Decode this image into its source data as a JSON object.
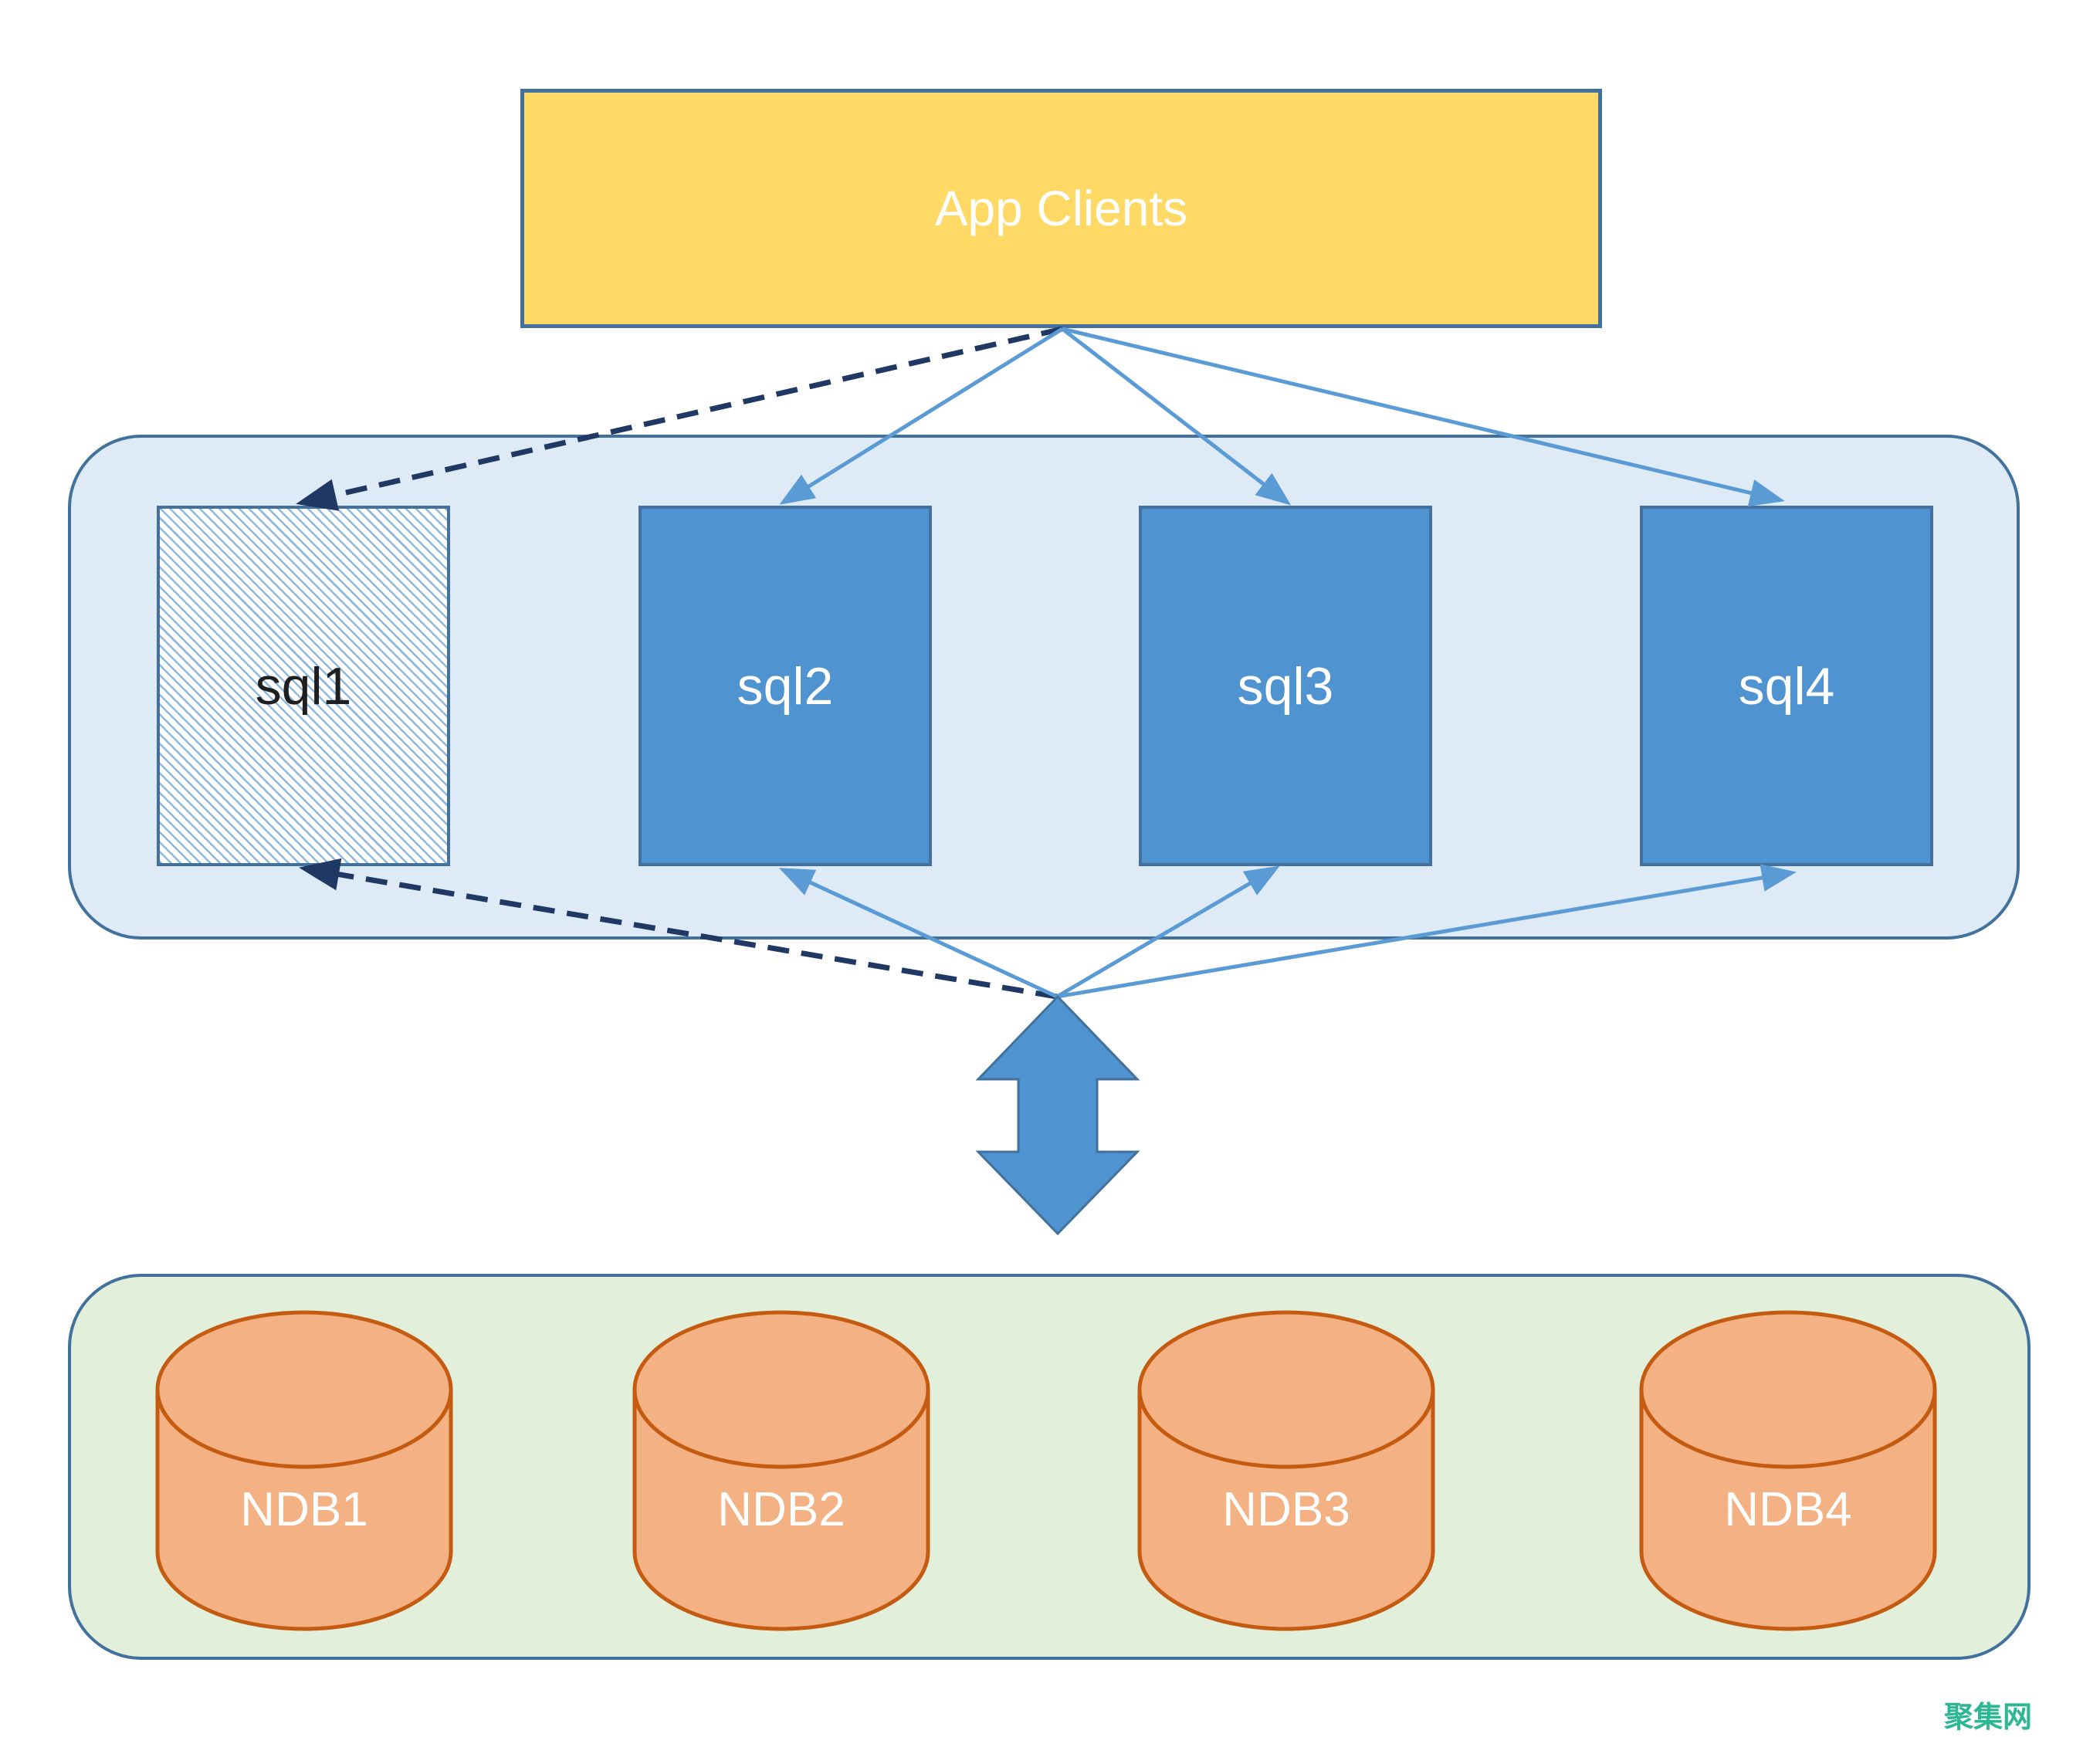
{
  "nodes": {
    "app_clients": {
      "label": "App Clients"
    },
    "sql": [
      {
        "label": "sql1",
        "style": "hatched"
      },
      {
        "label": "sql2",
        "style": "solid"
      },
      {
        "label": "sql3",
        "style": "solid"
      },
      {
        "label": "sql4",
        "style": "solid"
      }
    ],
    "ndb": [
      {
        "label": "NDB1"
      },
      {
        "label": "NDB2"
      },
      {
        "label": "NDB3"
      },
      {
        "label": "NDB4"
      }
    ]
  },
  "watermark": {
    "text": "聚集网"
  },
  "colors": {
    "yellow-fill": "#ffd966",
    "box-border": "#41719c",
    "sql-fill": "#4f94d0",
    "container-blue-fill": "#deeaf6",
    "container-green-fill": "#e2efda",
    "cylinder-fill": "#f4b183",
    "cylinder-border": "#c55a11",
    "solid-arrow": "#5b9bd5",
    "dashed-arrow": "#1f3864",
    "hatch-line": "#8fb8dc",
    "watermark": "#2db795",
    "sql1-text": "#1f1f1f",
    "label-text": "#ffffff"
  }
}
